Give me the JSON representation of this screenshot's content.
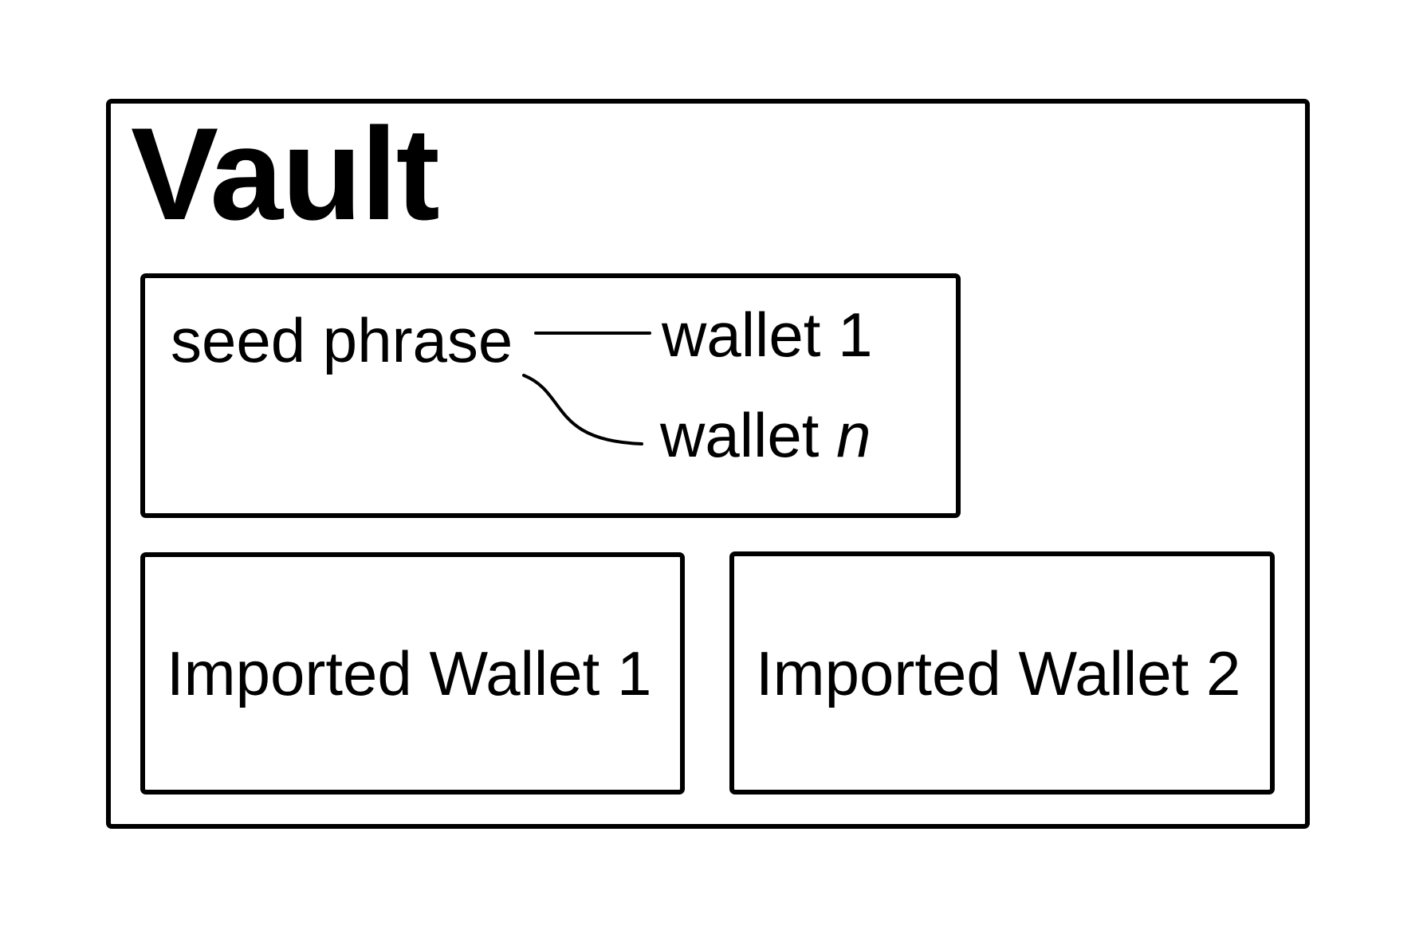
{
  "title": "Vault",
  "seed_box": {
    "seed_label": "seed phrase",
    "wallet_1_label": "wallet 1",
    "wallet_n_prefix": "wallet ",
    "wallet_n_symbol": "n"
  },
  "imported_wallets": [
    {
      "label": "Imported Wallet 1"
    },
    {
      "label": "Imported Wallet 2"
    }
  ],
  "colors": {
    "ink": "#000000",
    "background": "#ffffff"
  }
}
